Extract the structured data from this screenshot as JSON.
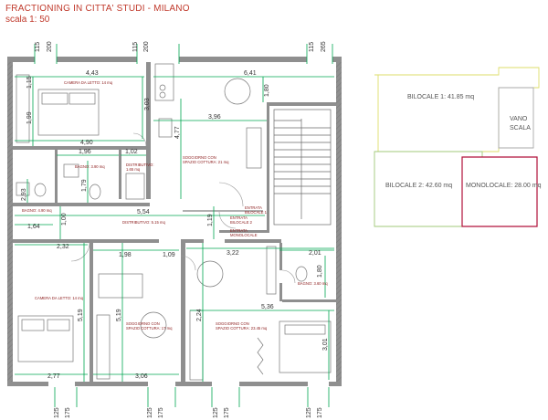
{
  "header": {
    "title": "FRACTIONING IN CITTA' STUDI - MILANO",
    "scale": "scala 1: 50"
  },
  "rooms": {
    "camera1": "CAMERA DA LETTO: 14 mq",
    "soggiorno1": "SOGGIORNO CON SPAZIO COTTURA: 21 mq",
    "distributivo1": "DISTRIBUTIVO: 1.65 mq",
    "bagno1": "BAGNO: 3.90 mq",
    "bagno2": "BAGNO: 4.90 mq",
    "distributivo2": "DISTRIBUTIVO: 5.15 mq",
    "entrata2": "ENTRATA BILOCALE 2",
    "entrata_mono": "ENTRATA MONOLOCALE",
    "entrata1": "ENTRATA BILOCALE 1",
    "camera2": "CAMERA DA LETTO: 14 mq",
    "soggiorno2": "SOGGIORNO CON SPAZIO COTTURA: 17 mq",
    "soggiorno3": "SOGGIORNO CON SPAZIO COTTURA: 23.45 mq",
    "bagno3": "BAGNO: 3.60 mq"
  },
  "dimensions": {
    "top_a": "115",
    "top_b": "200",
    "top_c": "115",
    "top_d": "265",
    "d443": "4,43",
    "d641": "6,41",
    "d115": "1,15",
    "d303": "3,03",
    "d396": "3,96",
    "d180a": "1,80",
    "d199": "1,99",
    "d477": "4,77",
    "d490": "4,90",
    "d196": "1,96",
    "d102": "1,02",
    "d179": "1,79",
    "d293": "2,93",
    "d164": "1,64",
    "d100": "1,00",
    "d554": "5,54",
    "d119": "1,19",
    "d232": "2,32",
    "d198": "1,98",
    "d109": "1,09",
    "d322": "3,22",
    "d201": "2,01",
    "d180b": "1,80",
    "d519a": "5,19",
    "d519b": "5,19",
    "d224": "2,24",
    "d536": "5,36",
    "d301": "3,01",
    "d277": "2,77",
    "d306": "3,06",
    "bot_a": "125",
    "bot_b": "175",
    "bot_c": "125",
    "bot_d": "175",
    "bot_e": "125",
    "bot_f": "175",
    "bot_g": "125",
    "bot_h": "175"
  },
  "summary": {
    "bilocale1": "BILOCALE 1: 41.85 mq",
    "vano": "VANO",
    "scala": "SCALA",
    "bilocale2": "BILOCALE 2: 42.60 mq",
    "monolocale": "MONOLOCALE: 28.00 mq"
  },
  "colors": {
    "wall": "#909090",
    "dim_line": "#00a651",
    "dim_text": "#333333",
    "bilocale1": "#dede6a",
    "bilocale2": "#a0c878",
    "monolocale": "#b0103a",
    "room_label": "#8b1a1a"
  }
}
